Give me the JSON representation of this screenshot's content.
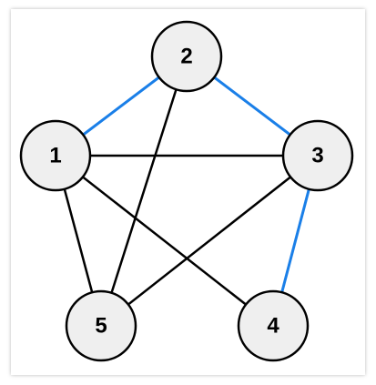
{
  "graph": {
    "node_fill": "#efefef",
    "node_stroke": "#000000",
    "edge_color_default": "#000000",
    "edge_color_highlight": "#1a7fe8",
    "nodes": [
      {
        "id": "1",
        "label": "1"
      },
      {
        "id": "2",
        "label": "2"
      },
      {
        "id": "3",
        "label": "3"
      },
      {
        "id": "4",
        "label": "4"
      },
      {
        "id": "5",
        "label": "5"
      }
    ],
    "edges": [
      {
        "from": "1",
        "to": "2",
        "highlighted": true
      },
      {
        "from": "2",
        "to": "3",
        "highlighted": true
      },
      {
        "from": "3",
        "to": "4",
        "highlighted": true
      },
      {
        "from": "1",
        "to": "3",
        "highlighted": false
      },
      {
        "from": "1",
        "to": "4",
        "highlighted": false
      },
      {
        "from": "1",
        "to": "5",
        "highlighted": false
      },
      {
        "from": "2",
        "to": "5",
        "highlighted": false
      },
      {
        "from": "3",
        "to": "5",
        "highlighted": false
      }
    ]
  }
}
